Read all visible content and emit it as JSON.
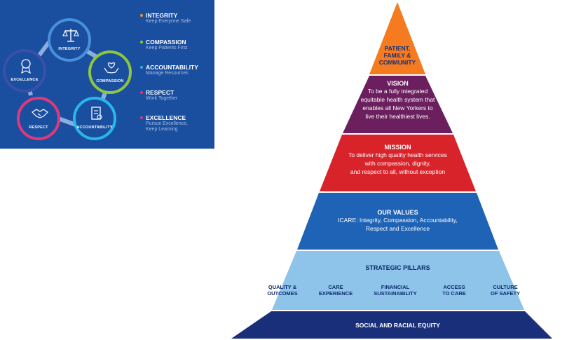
{
  "icare": {
    "nodes": [
      {
        "label": "INTEGRITY",
        "icon": "scales-icon",
        "color": "#4a90d9"
      },
      {
        "label": "COMPASSION",
        "icon": "heart-hands-icon",
        "color": "#8dc63f"
      },
      {
        "label": "ACCOUNTABILITY",
        "icon": "clipboard-icon",
        "color": "#29b6e8"
      },
      {
        "label": "RESPECT",
        "icon": "handshake-icon",
        "color": "#e0387a"
      },
      {
        "label": "EXCELLENCE",
        "icon": "ribbon-icon",
        "color": "#3c4fa8"
      }
    ],
    "values": [
      {
        "name": "INTEGRITY",
        "desc": "Keep Everyone Safe",
        "dot": "#f7941d"
      },
      {
        "name": "COMPASSION",
        "desc": "Keep Patients First",
        "dot": "#8dc63f"
      },
      {
        "name": "ACCOUNTABILITY",
        "desc": "Manage Resources",
        "dot": "#29b6e8"
      },
      {
        "name": "RESPECT",
        "desc": "Work Together",
        "dot": "#e0387a"
      },
      {
        "name": "EXCELLENCE",
        "desc": "Pursue Excellence,",
        "desc2": "Keep Learning",
        "dot": "#e0387a"
      }
    ]
  },
  "pyramid": {
    "patient": {
      "l1": "PATIENT,",
      "l2": "FAMILY &",
      "l3": "COMMUNITY"
    },
    "vision": {
      "title": "VISION",
      "l1": "To be a fully integrated",
      "l2": "equitable health system that",
      "l3": "enables all New Yorkers to",
      "l4": "live their healthiest lives."
    },
    "mission": {
      "title": "MISSION",
      "l1": "To deliver high quality health services",
      "l2": "with compassion, dignity,",
      "l3": "and respect to all, without exception"
    },
    "values": {
      "title": "OUR VALUES",
      "l1": "ICARE: Integrity, Compassion, Accountability,",
      "l2": "Respect and Excellence"
    },
    "pillars": {
      "title": "STRATEGIC PILLARS",
      "items": [
        {
          "l1": "QUALITY &",
          "l2": "OUTCOMES"
        },
        {
          "l1": "CARE",
          "l2": "EXPERIENCE"
        },
        {
          "l1": "FINANCIAL",
          "l2": "SUSTAINABILITY"
        },
        {
          "l1": "ACCESS",
          "l2": "TO CARE"
        },
        {
          "l1": "CULTURE",
          "l2": "OF SAFETY"
        }
      ]
    },
    "equity": {
      "title": "SOCIAL AND RACIAL EQUITY"
    },
    "colors": {
      "patient": "#f47b20",
      "vision": "#6b1f5e",
      "mission": "#d8232a",
      "values": "#1e63b5",
      "pillars": "#8fc4ea",
      "equity": "#1a2f7a"
    }
  }
}
